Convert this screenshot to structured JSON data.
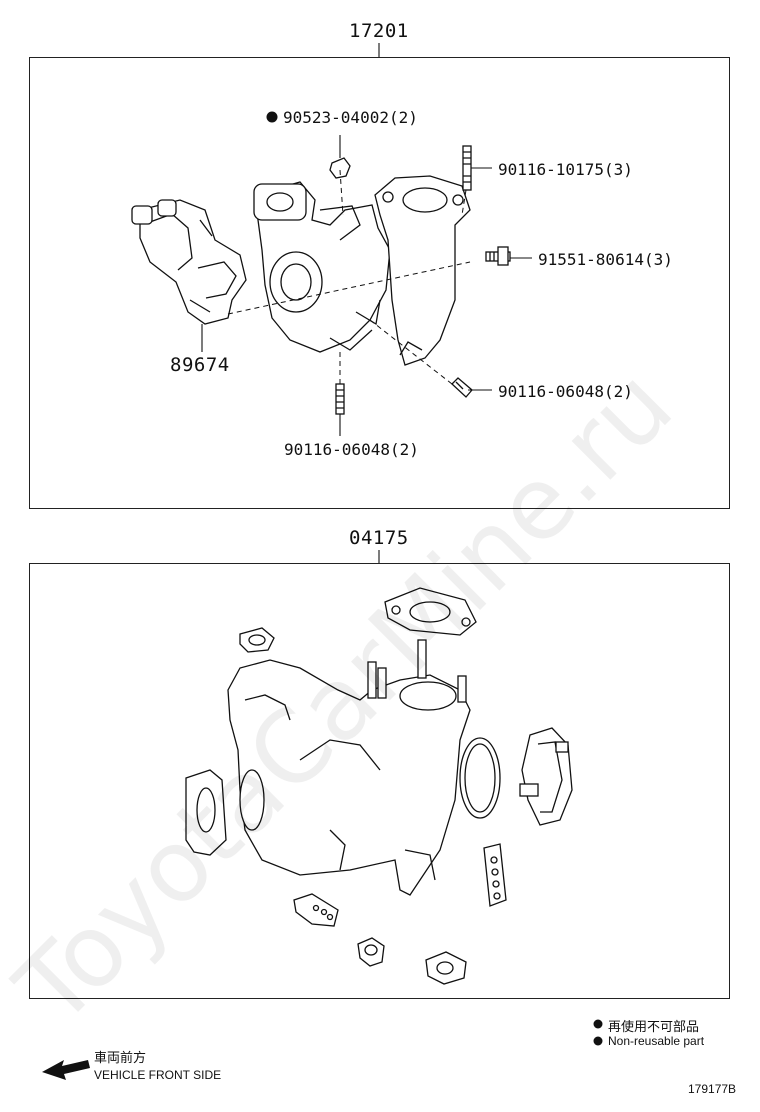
{
  "diagram": {
    "sections": [
      {
        "title": "17201",
        "callouts": [
          {
            "id": "nonreusable-nut",
            "text": "90523-04002(2)",
            "nonreusable": true
          },
          {
            "id": "stud-top",
            "text": "90116-10175(3)"
          },
          {
            "id": "bolt-flange",
            "text": "91551-80614(3)"
          },
          {
            "id": "stud-lower-right",
            "text": "90116-06048(2)"
          },
          {
            "id": "stud-bottom",
            "text": "90116-06048(2)"
          },
          {
            "id": "actuator",
            "text": "89674"
          }
        ]
      },
      {
        "title": "04175"
      }
    ],
    "legend": {
      "jp": "再使用不可部品",
      "en": "Non-reusable part"
    },
    "front_indicator": {
      "jp": "車両前方",
      "en": "VEHICLE FRONT SIDE"
    },
    "figure_code": "179177B",
    "watermark": "ToyotaCarMine.ru"
  }
}
